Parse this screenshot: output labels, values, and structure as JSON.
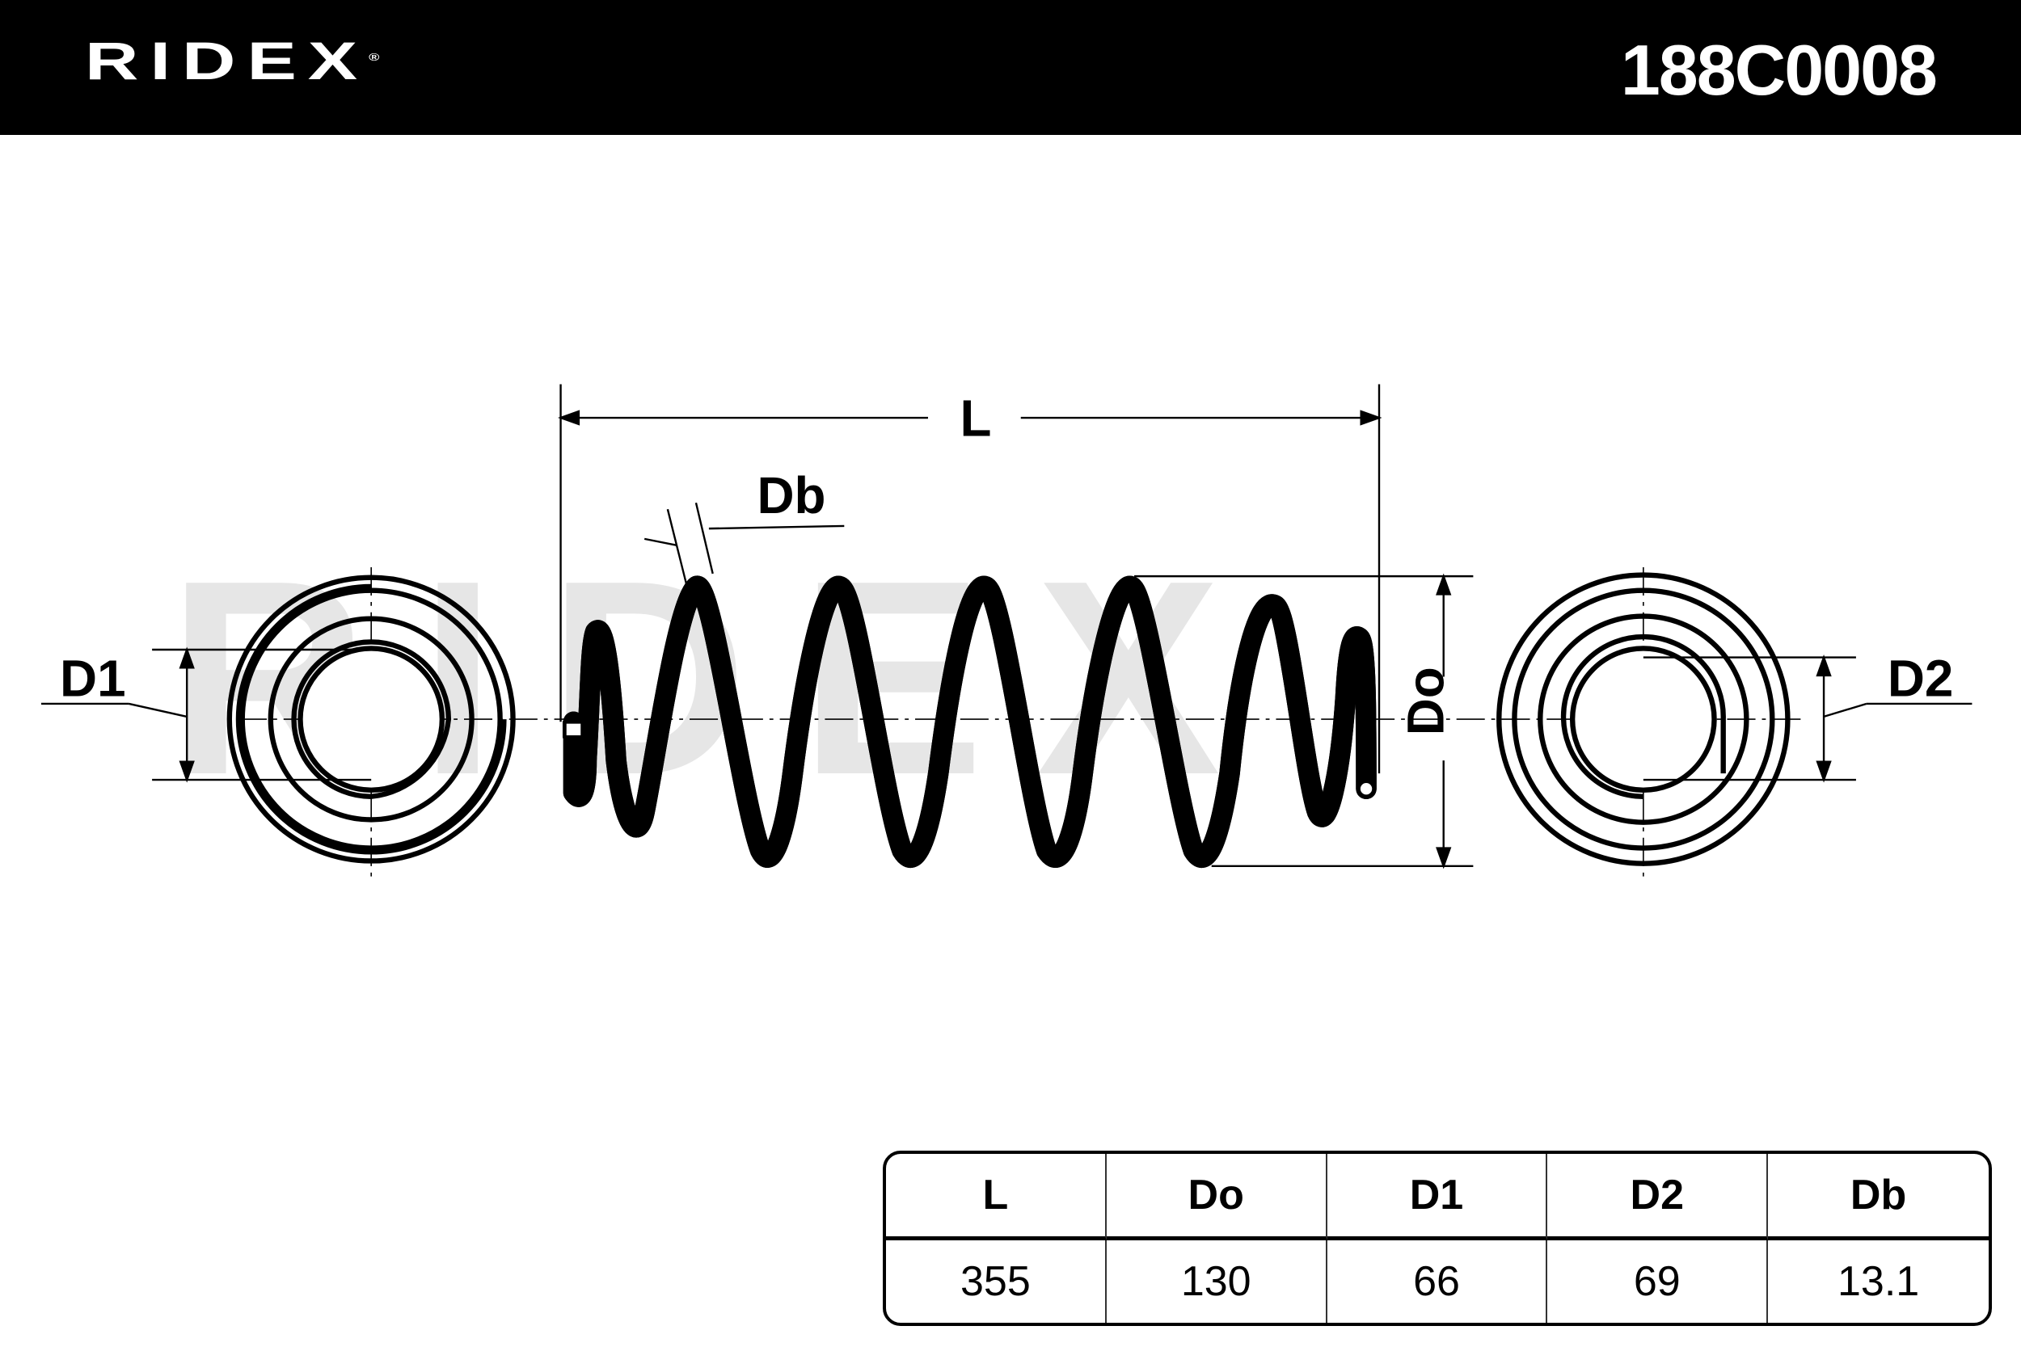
{
  "header": {
    "brand": "RIDEX",
    "registered_mark": "®",
    "part_number": "188C0008"
  },
  "drawing": {
    "labels": {
      "L": "L",
      "Db": "Db",
      "Do": "Do",
      "D1": "D1",
      "D2": "D2"
    },
    "watermark": "RIDEX"
  },
  "table": {
    "headers": [
      "L",
      "Do",
      "D1",
      "D2",
      "Db"
    ],
    "values": [
      "355",
      "130",
      "66",
      "69",
      "13.1"
    ]
  }
}
